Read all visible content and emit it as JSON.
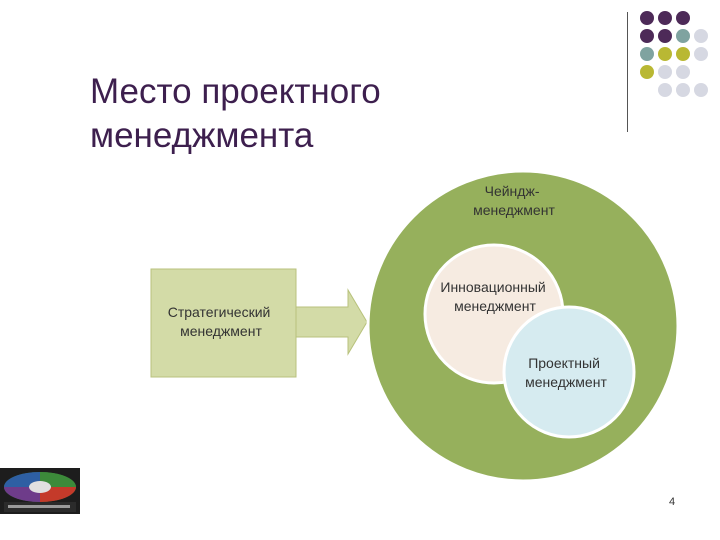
{
  "slide": {
    "title": "Место проектного менеджмента",
    "page_number": "4"
  },
  "diagram": {
    "source_box": "Стратегический менеджмент",
    "outer_circle": "Чейндж-менеджмент",
    "inner_circle_1": "Инновационный менеджмент",
    "inner_circle_2": "Проектный менеджмент"
  },
  "colors": {
    "title": "#3d1f4e",
    "purple_dot": "#4d2a58",
    "teal_dot": "#7fa3a0",
    "yellow_dot": "#b9b833",
    "gray_dot": "#d6d8e2",
    "outer_circle": "#96b05c",
    "inner_circle_1": "#f6ebe1",
    "inner_circle_2": "#d6ebf0",
    "source_box": "#d3dba7"
  },
  "icons": [
    "decorative-dots-icon",
    "arrow-right-icon",
    "logo-icon"
  ]
}
